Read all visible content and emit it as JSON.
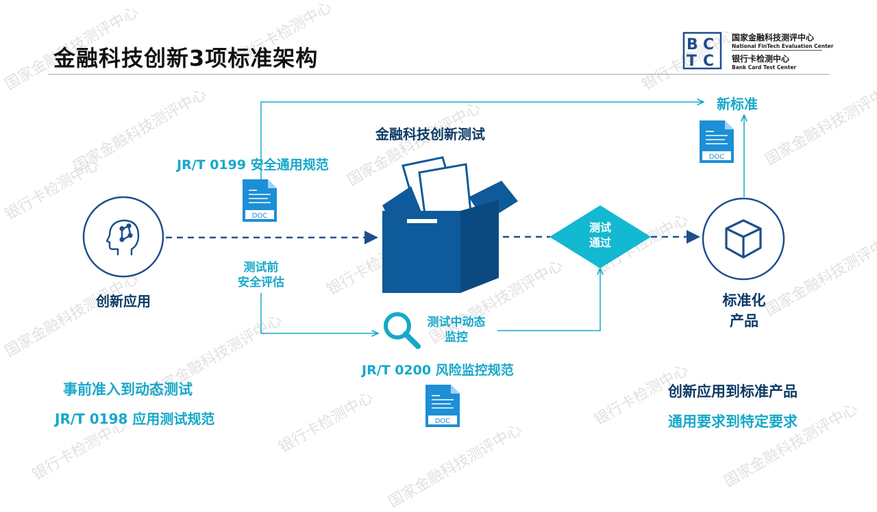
{
  "header": {
    "title": "金融科技创新3项标准架构",
    "logo": {
      "mark": "BCTC",
      "org_cn": "国家金融科技测评中心",
      "org_en": "National FinTech Evaluation Center",
      "sub_cn": "银行卡检测中心",
      "sub_en": "Bank Card Test Center"
    }
  },
  "watermarks": {
    "a": "国家金融科技测评中心",
    "b": "银行卡检测中心"
  },
  "diagram": {
    "innovation_app": "创新应用",
    "test_box_label": "金融科技创新测试",
    "std_0199": "JR/T 0199 安全通用规范",
    "pre_test": "测试前\n安全评估",
    "during_test": "测试中动态\n监控",
    "std_0200": "JR/T 0200 风险监控规范",
    "test_passed": "测试\n通过",
    "new_standard": "新标准",
    "standard_product": "标准化\n产品",
    "doc_label": "DOC"
  },
  "footer": {
    "left_line1": "事前准入到动态测试",
    "left_line2": "JR/T 0198 应用测试规范",
    "right_line1": "创新应用到标准产品",
    "right_line2": "通用要求到特定要求"
  },
  "colors": {
    "cyan": "#16a8c9",
    "navy": "#0d3a66",
    "box_blue": "#0e5a9a",
    "diamond": "#13b8d1"
  }
}
